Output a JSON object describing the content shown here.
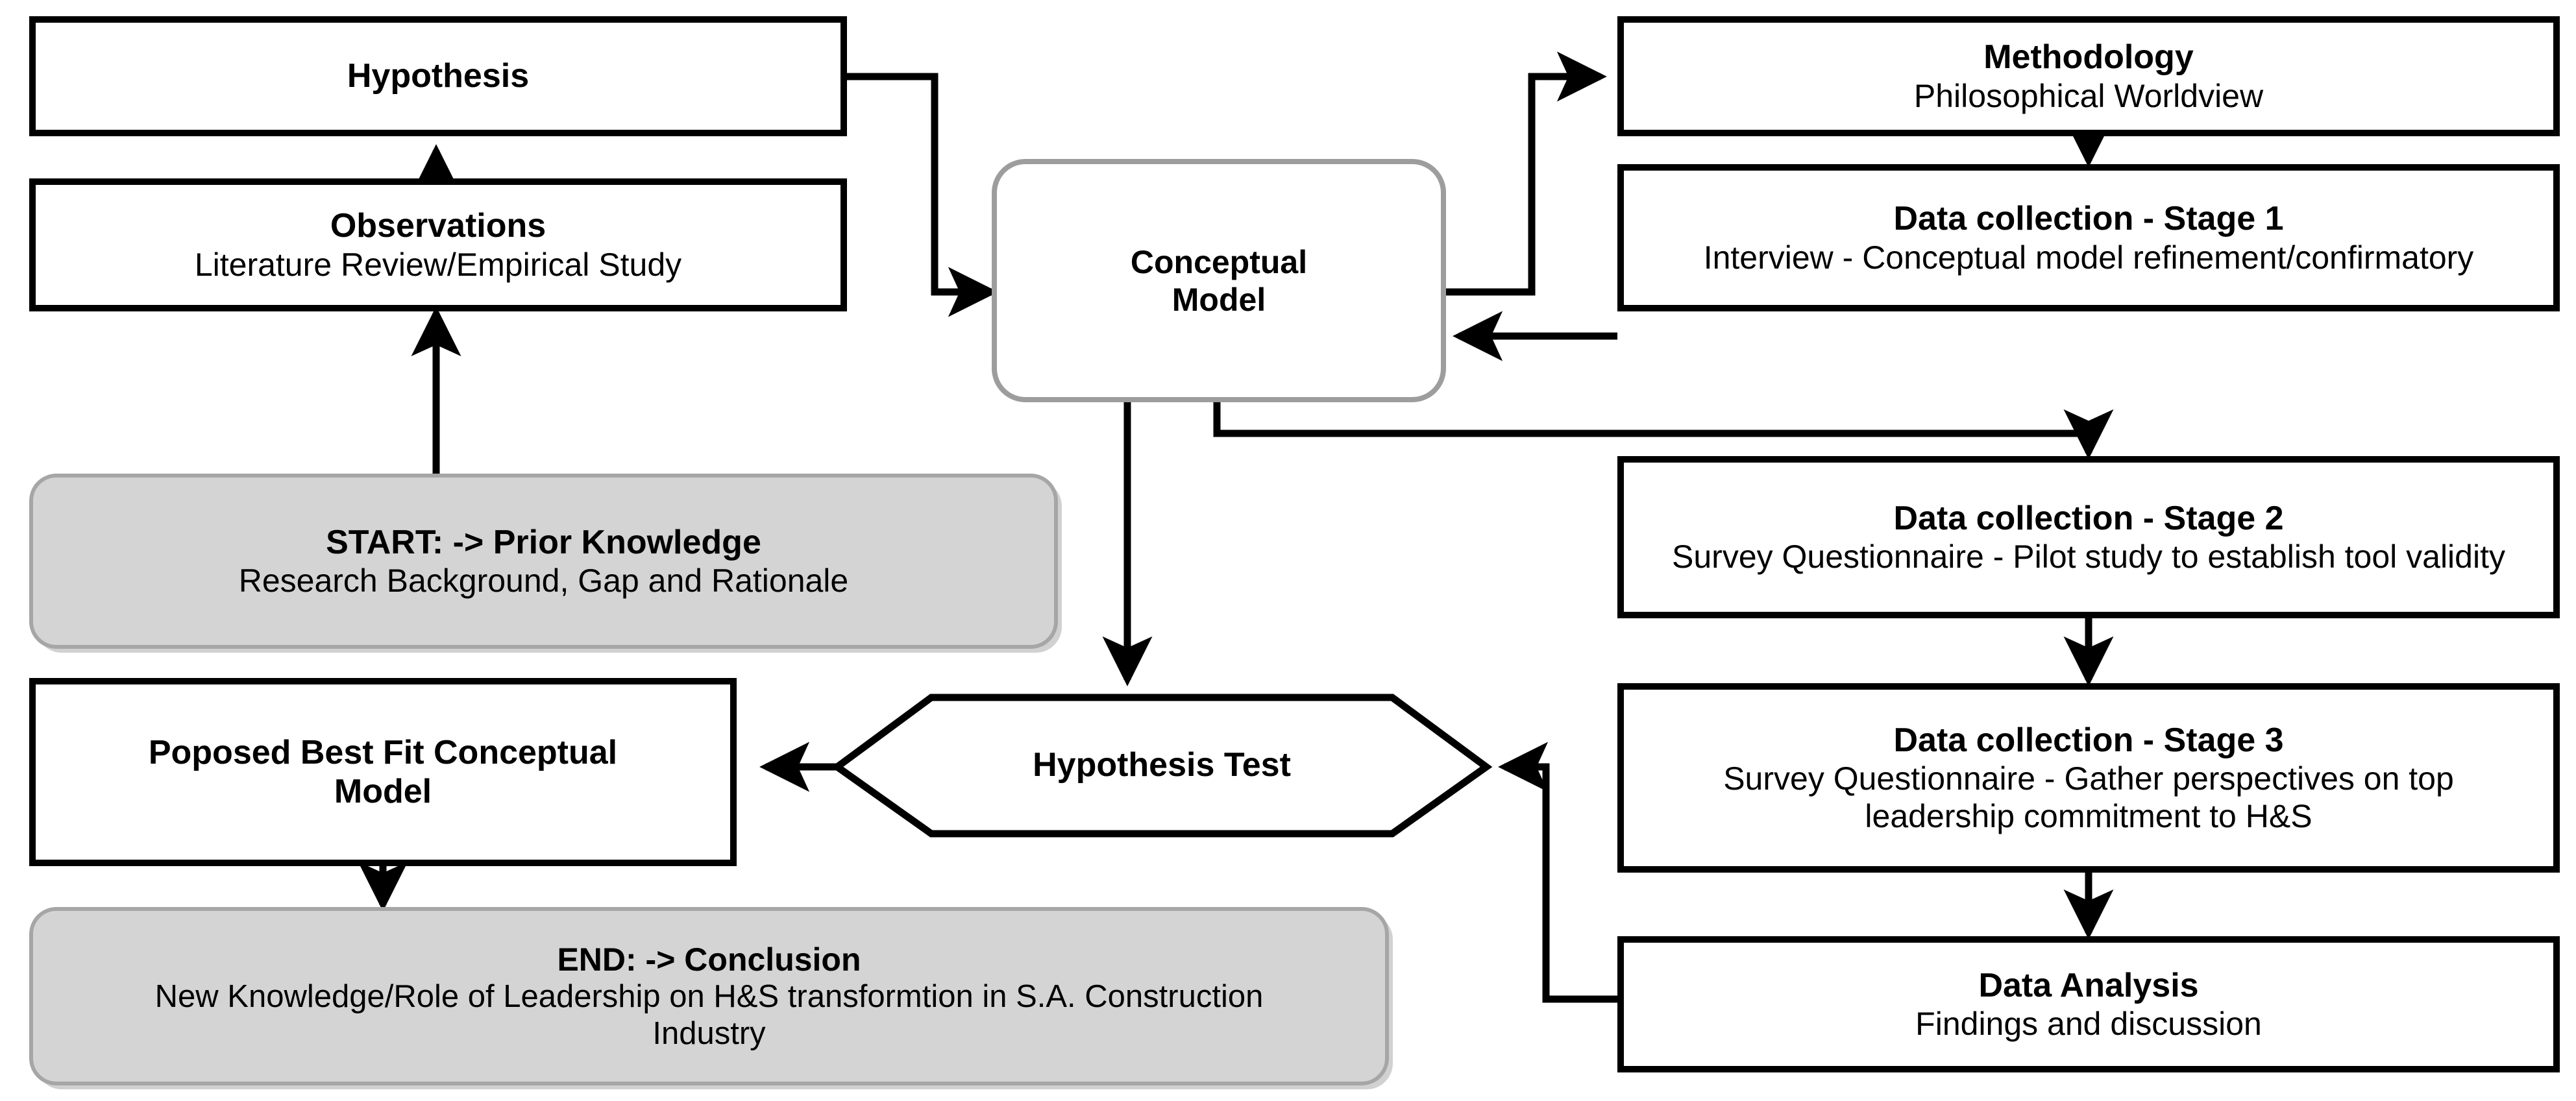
{
  "diagram": {
    "title": "Research Process Flowchart",
    "colors": {
      "node_border": "#000000",
      "node_fill": "#ffffff",
      "terminal_fill": "#d4d4d4",
      "terminal_border": "#a6a6a6",
      "conceptual_border": "#9d9d9d",
      "connector": "#000000"
    }
  },
  "nodes": {
    "hypothesis": {
      "title": "Hypothesis",
      "subtitle": "",
      "shape": "rectangle"
    },
    "observations": {
      "title": "Observations",
      "subtitle": "Literature Review/Empirical Study",
      "shape": "rectangle"
    },
    "start": {
      "title": "START: -> Prior Knowledge",
      "subtitle": "Research Background, Gap and Rationale",
      "shape": "rounded-terminal"
    },
    "proposed_model": {
      "title": "Poposed Best Fit Conceptual Model",
      "subtitle": "",
      "shape": "rectangle"
    },
    "end": {
      "title": "END: -> Conclusion",
      "subtitle": "New Knowledge/Role of Leadership on H&S transformtion in S.A. Construction Industry",
      "shape": "rounded-terminal"
    },
    "conceptual_model": {
      "title": "Conceptual Model",
      "subtitle": "",
      "shape": "rounded-rectangle"
    },
    "hypothesis_test": {
      "title": "Hypothesis Test",
      "subtitle": "",
      "shape": "hexagon"
    },
    "methodology": {
      "title": "Methodology",
      "subtitle": "Philosophical Worldview",
      "shape": "rectangle"
    },
    "stage1": {
      "title": "Data collection - Stage 1",
      "subtitle": "Interview - Conceptual model refinement/confirmatory",
      "shape": "rectangle"
    },
    "stage2": {
      "title": "Data collection - Stage 2",
      "subtitle": "Survey Questionnaire - Pilot study to establish tool validity",
      "shape": "rectangle"
    },
    "stage3": {
      "title": "Data collection - Stage 3",
      "subtitle": "Survey Questionnaire - Gather perspectives on top leadership commitment to H&S",
      "shape": "rectangle"
    },
    "data_analysis": {
      "title": "Data Analysis",
      "subtitle": "Findings and discussion",
      "shape": "rectangle"
    }
  },
  "edges": [
    {
      "name": "start-to-observations",
      "from": "start",
      "to": "observations",
      "arrow": "up"
    },
    {
      "name": "observations-to-hypothesis",
      "from": "observations",
      "to": "hypothesis",
      "arrow": "up"
    },
    {
      "name": "hypothesis-to-conceptual-model",
      "from": "hypothesis",
      "to": "conceptual_model",
      "arrow": "right"
    },
    {
      "name": "conceptual-model-to-methodology",
      "from": "conceptual_model",
      "to": "methodology",
      "arrow": "right"
    },
    {
      "name": "methodology-to-stage1",
      "from": "methodology",
      "to": "stage1",
      "arrow": "down"
    },
    {
      "name": "stage1-to-conceptual-model",
      "from": "stage1",
      "to": "conceptual_model",
      "arrow": "left"
    },
    {
      "name": "conceptual-model-to-stage2",
      "from": "conceptual_model",
      "to": "stage2",
      "arrow": "down"
    },
    {
      "name": "stage2-to-stage3",
      "from": "stage2",
      "to": "stage3",
      "arrow": "down"
    },
    {
      "name": "stage3-to-data-analysis",
      "from": "stage3",
      "to": "data_analysis",
      "arrow": "down"
    },
    {
      "name": "data-analysis-to-hypothesis-test",
      "from": "data_analysis",
      "to": "hypothesis_test",
      "arrow": "left"
    },
    {
      "name": "conceptual-model-to-hypothesis-test",
      "from": "conceptual_model",
      "to": "hypothesis_test",
      "arrow": "down"
    },
    {
      "name": "hypothesis-test-to-proposed-model",
      "from": "hypothesis_test",
      "to": "proposed_model",
      "arrow": "left"
    },
    {
      "name": "proposed-model-to-end",
      "from": "proposed_model",
      "to": "end",
      "arrow": "down"
    }
  ]
}
